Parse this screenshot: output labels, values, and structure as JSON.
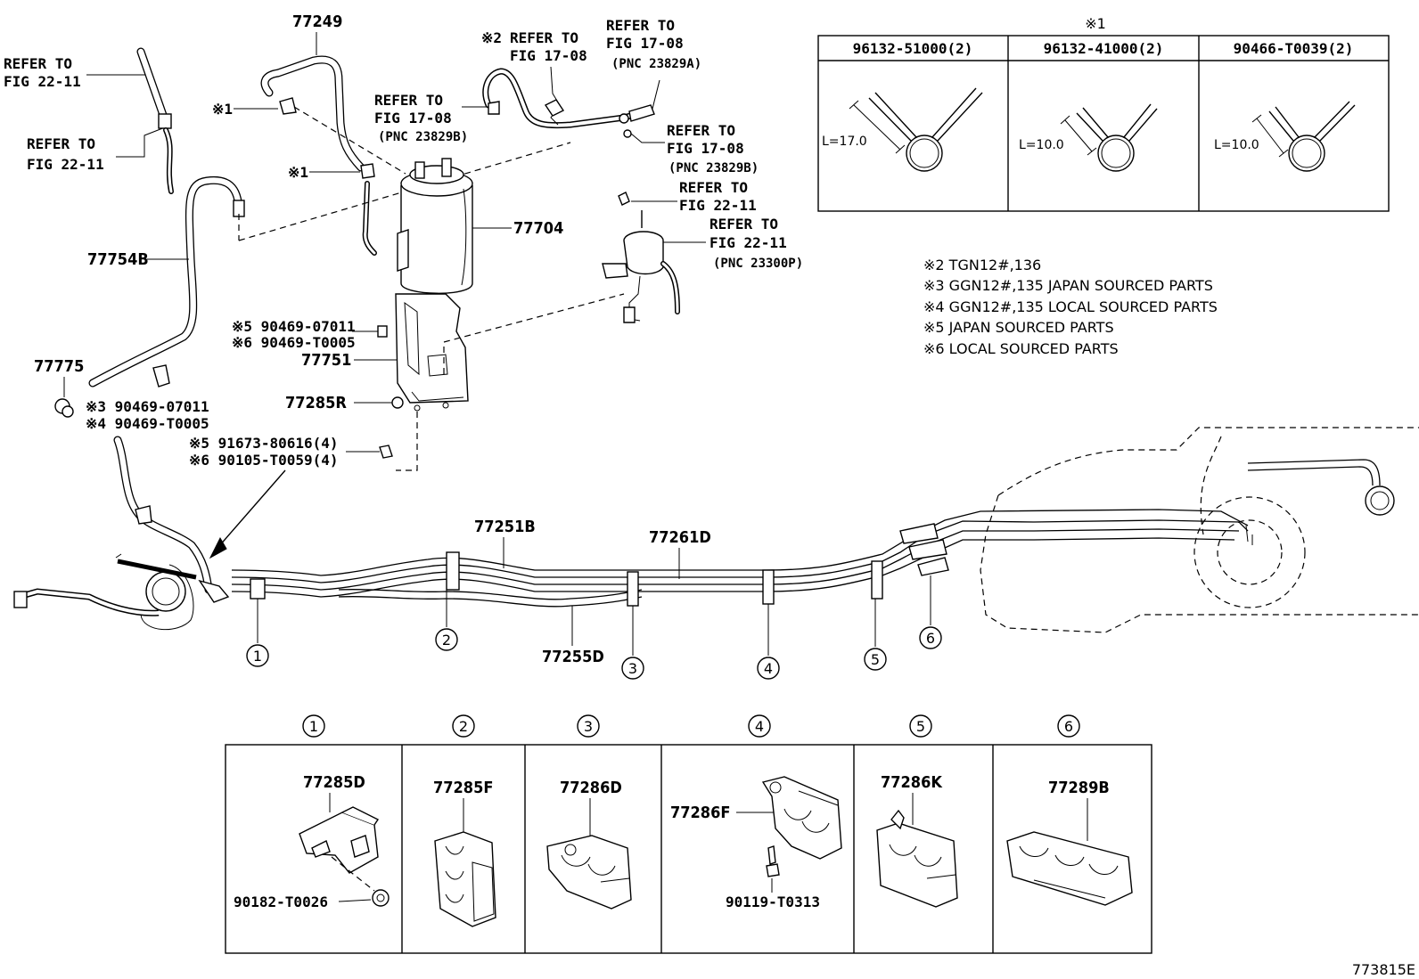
{
  "symbol_note_header": "※1",
  "refs": {
    "fig_22_11": "FIG 22-11",
    "fig_17_08": "FIG 17-08",
    "refer_to": "REFER TO",
    "pnc_23829a": "(PNC 23829A)",
    "pnc_23829b": "(PNC 23829B)",
    "pnc_23300p": "(PNC 23300P)",
    "mark2": "※2"
  },
  "callouts": {
    "p77249": "77249",
    "p77704": "77704",
    "p77754b": "77754B",
    "p77775": "77775",
    "p77751": "77751",
    "p77285r": "77285R",
    "p77251b": "77251B",
    "p77261d": "77261D",
    "p77255d": "77255D",
    "x1": "※1",
    "bolt_a1": "※5 90469-07011",
    "bolt_a2": "※6 90469-T0005",
    "bolt_b1": "※3 90469-07011",
    "bolt_b2": "※4 90469-T0005",
    "bolt_c1": "※5 91673-80616(4)",
    "bolt_c2": "※6 90105-T0059(4)"
  },
  "clip_table": {
    "headers": [
      "96132-51000(2)",
      "96132-41000(2)",
      "90466-T0039(2)"
    ],
    "lengths": [
      "L=17.0",
      "L=10.0",
      "L=10.0"
    ]
  },
  "notes": [
    "※2 TGN12#,136",
    "※3 GGN12#,135 JAPAN SOURCED PARTS",
    "※4 GGN12#,135 LOCAL SOURCED PARTS",
    "※5 JAPAN SOURCED PARTS",
    "※6 LOCAL SOURCED PARTS"
  ],
  "clamp_markers": [
    "1",
    "2",
    "3",
    "4",
    "5",
    "6"
  ],
  "clamp_panels": [
    {
      "num": "1",
      "part": "77285D",
      "sub": "90182-T0026"
    },
    {
      "num": "2",
      "part": "77285F",
      "sub": ""
    },
    {
      "num": "3",
      "part": "77286D",
      "sub": ""
    },
    {
      "num": "4",
      "part": "77286F",
      "sub": "90119-T0313"
    },
    {
      "num": "5",
      "part": "77286K",
      "sub": ""
    },
    {
      "num": "6",
      "part": "77289B",
      "sub": ""
    }
  ],
  "figure_id": "773815E"
}
